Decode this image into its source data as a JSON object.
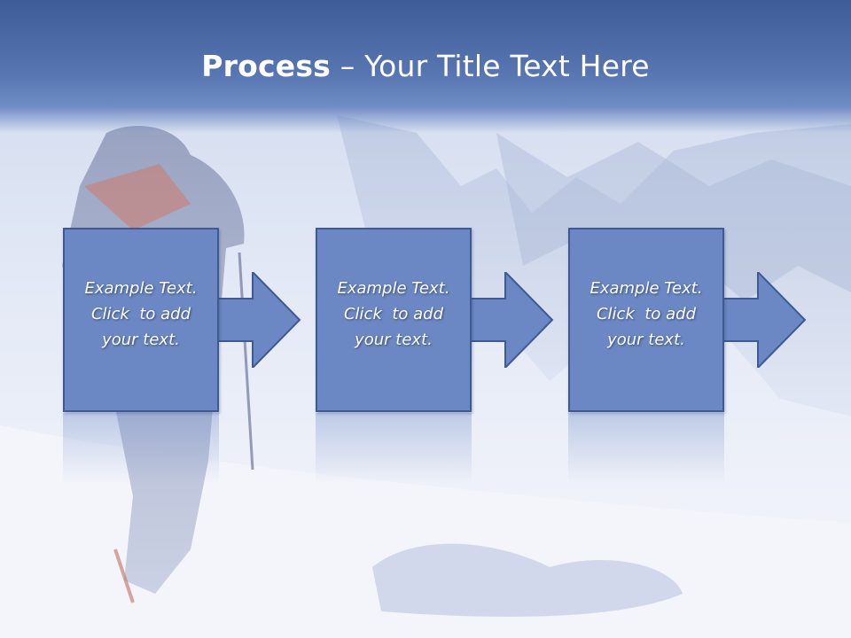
{
  "slide": {
    "title_bold": "Process",
    "title_rest": " – Your Title Text Here"
  },
  "steps": [
    {
      "line1": "Example Text.",
      "line2": "Click  to add",
      "line3": "your text."
    },
    {
      "line1": "Example Text.",
      "line2": "Click  to add",
      "line3": "your text."
    },
    {
      "line1": "Example Text.",
      "line2": "Click  to add",
      "line3": "your text."
    }
  ],
  "colors": {
    "header": "#4a6aa8",
    "box_fill": "#6b88c4",
    "box_border": "#3f5a92",
    "text": "#ffffff"
  },
  "icons": [
    "arrow-right-icon"
  ]
}
